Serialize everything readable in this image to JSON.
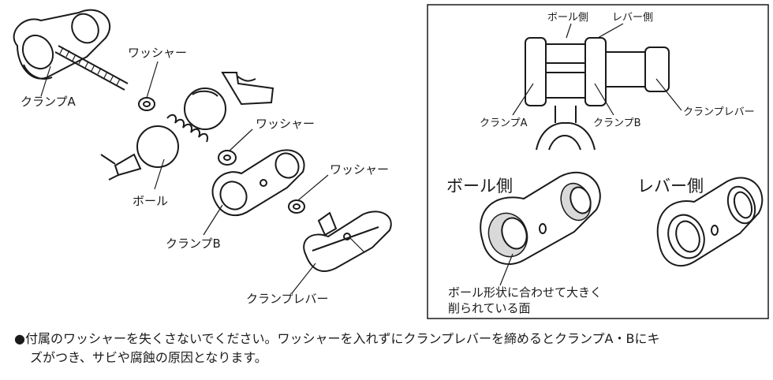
{
  "labels": {
    "clamp_a": "クランプA",
    "washer_1": "ワッシャー",
    "washer_2": "ワッシャー",
    "washer_3": "ワッシャー",
    "ball": "ボール",
    "clamp_b": "クランプB",
    "clamp_lever": "クランプレバー"
  },
  "inset": {
    "ball_side_small": "ボール側",
    "lever_side_small": "レバー側",
    "clamp_a": "クランプA",
    "clamp_b": "クランプB",
    "clamp_lever": "クランプレバー",
    "ball_side": "ボール側",
    "lever_side": "レバー側",
    "shaped_face_line1": "ボール形状に合わせて大きく",
    "shaped_face_line2": "削られている面"
  },
  "notes": {
    "line1": "●付属のワッシャーを失くさないでください。ワッシャーを入れずにクランプレバーを締めるとクランプA・Bにキ",
    "line2": "ズがつき、サビや腐蝕の原因となります。"
  }
}
